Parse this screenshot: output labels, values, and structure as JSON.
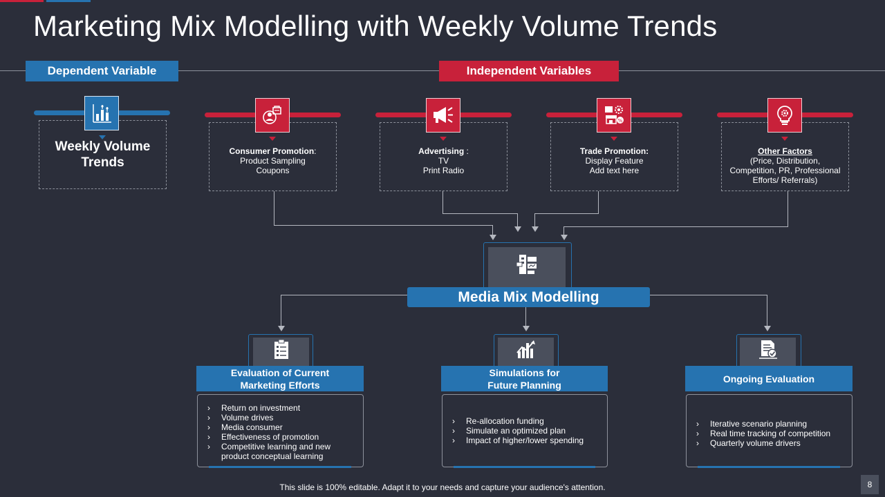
{
  "title": "Marketing Mix Modelling with Weekly Volume Trends",
  "colors": {
    "background": "#2b2e3a",
    "blue": "#2673b0",
    "red": "#c8213a",
    "panel": "#4a4f5c"
  },
  "dependent": {
    "tag": "Dependent Variable",
    "icon": "bar-chart-icon",
    "label": "Weekly Volume Trends"
  },
  "independent": {
    "tag": "Independent Variables",
    "items": [
      {
        "icon": "consumer-promotion-icon",
        "title": "Consumer Promotion",
        "title_suffix": ":",
        "lines": [
          "Product Sampling",
          "Coupons"
        ]
      },
      {
        "icon": "megaphone-icon",
        "title": "Advertising",
        "title_suffix": " :",
        "lines": [
          "TV",
          "Print Radio"
        ]
      },
      {
        "icon": "trade-promotion-icon",
        "title": "Trade Promotion:",
        "title_suffix": "",
        "lines": [
          "Display Feature",
          "Add text here"
        ]
      },
      {
        "icon": "lightbulb-gear-icon",
        "title": "Other Factors",
        "title_suffix": "",
        "lines": [
          "(Price, Distribution,",
          "Competition, PR, Professional",
          "Efforts/ Referrals)"
        ]
      }
    ]
  },
  "media_mix": {
    "label": "Media Mix Modelling",
    "icon": "analytics-icon"
  },
  "outcomes": [
    {
      "icon": "clipboard-checklist-icon",
      "title": "Evaluation of Current Marketing Efforts",
      "items": [
        "Return on investment",
        "Volume drives",
        "Media consumer",
        "Effectiveness of promotion",
        "Competitive learning and new product conceptual learning"
      ]
    },
    {
      "icon": "growth-chart-icon",
      "title": "Simulations for Future Planning",
      "items": [
        "Re-allocation funding",
        "Simulate an optimized plan",
        "Impact of higher/lower spending"
      ]
    },
    {
      "icon": "document-check-icon",
      "title": "Ongoing Evaluation",
      "items": [
        "Iterative scenario planning",
        "Real time tracking of competition",
        "Quarterly volume drivers"
      ]
    }
  ],
  "footer": "This slide is 100% editable. Adapt it to your needs and capture your audience's attention.",
  "page_number": "8"
}
